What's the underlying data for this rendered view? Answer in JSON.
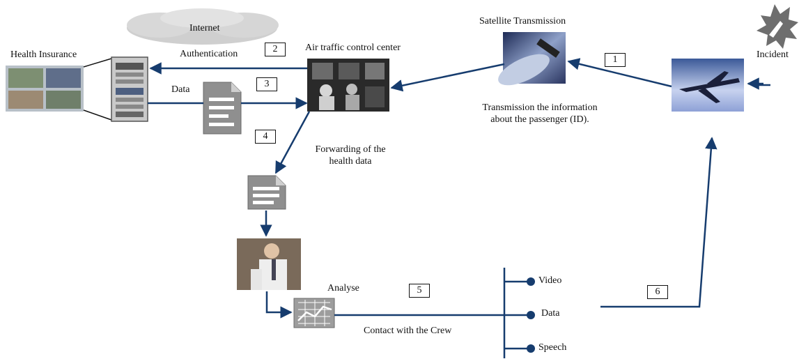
{
  "labels": {
    "internet": "Internet",
    "satellite": "Satellite Transmission",
    "health_insurance": "Health Insurance",
    "authentication": "Authentication",
    "atc": "Air traffic control center",
    "data_left": "Data",
    "incident": "Incident",
    "transmission_info": "Transmission the information about the passenger (ID).",
    "forwarding": "Forwarding of the health data",
    "analyse": "Analyse",
    "contact": "Contact with the Crew",
    "video": "Video",
    "data_right": "Data",
    "speech": "Speech"
  },
  "steps": [
    "1",
    "2",
    "3",
    "4",
    "5",
    "6"
  ],
  "colors": {
    "arrow": "#163c6e",
    "box_border": "#111111"
  },
  "icons": [
    "cloud-icon",
    "server-rack-icon",
    "document-icon",
    "monitor-chart-icon",
    "incident-burst-icon"
  ]
}
